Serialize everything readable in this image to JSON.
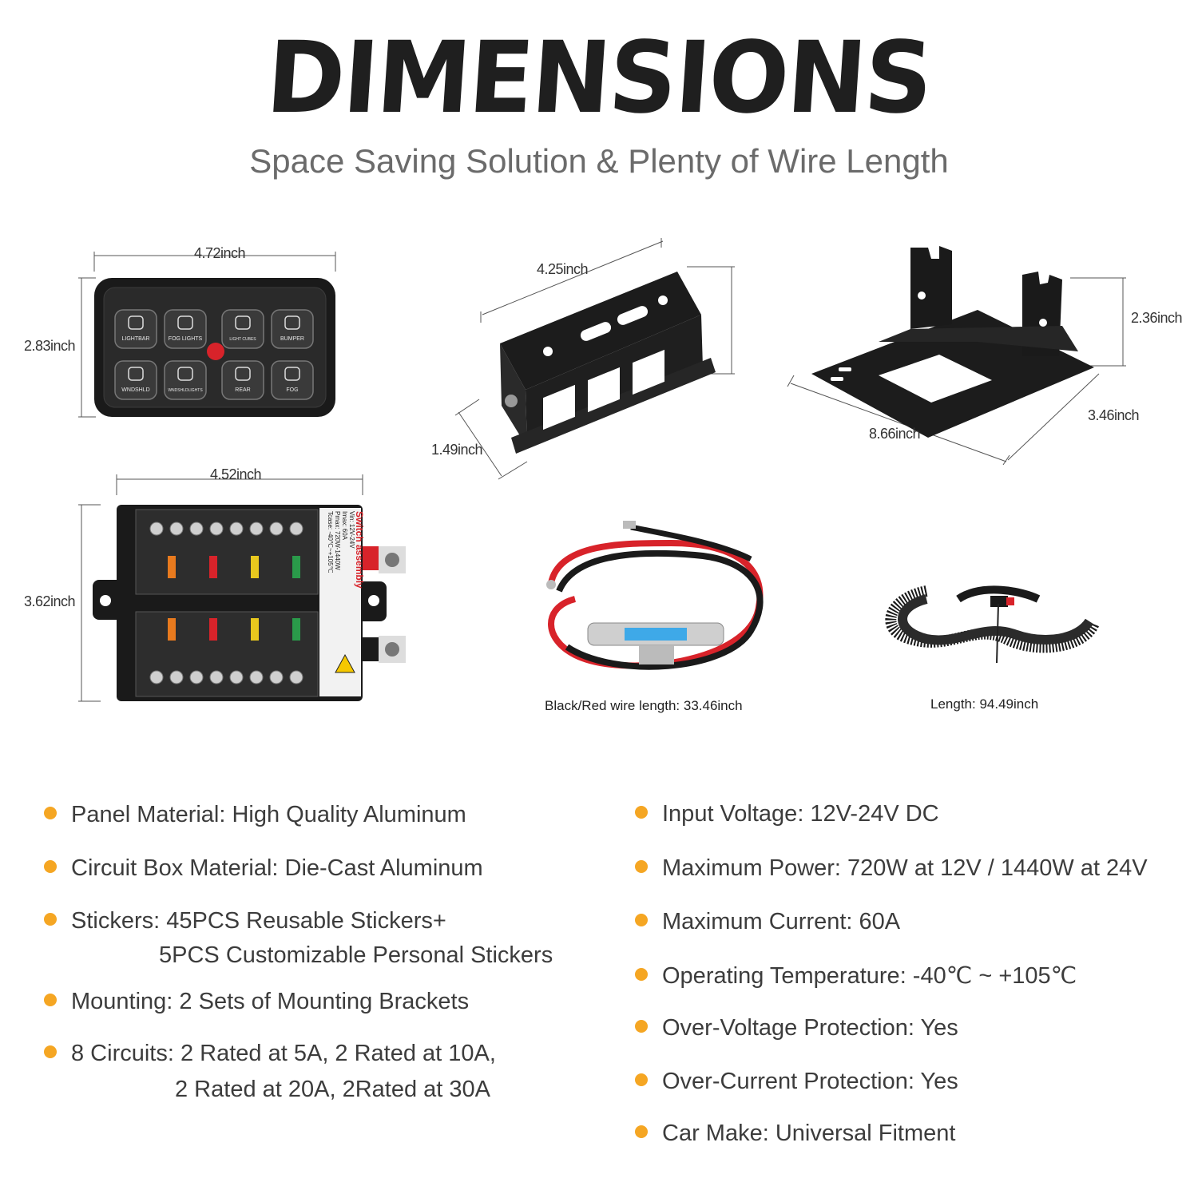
{
  "header": {
    "title": "DIMENSIONS",
    "subtitle": "Space Saving Solution & Plenty of Wire Length"
  },
  "switch_panel": {
    "width": "4.72inch",
    "height": "2.83inch",
    "buttons": [
      "LIGHTBAR",
      "FOG LIGHTS",
      "LIGHT CUBES",
      "BUMPER",
      "WNDSHLD",
      "WNDSHLDLIGHTS",
      "REAR",
      "FOG"
    ]
  },
  "bracket_small": {
    "length": "4.25inch",
    "depth": "1.49inch"
  },
  "bracket_large": {
    "length": "8.66inch",
    "depth": "3.46inch",
    "height": "2.36inch"
  },
  "relay_box": {
    "width": "4.52inch",
    "height": "3.62inch",
    "label_title": "Switch assembly",
    "label_lines": [
      "Vin: 12V-24V",
      "Imax: 60A",
      "Pmax: 720W-1440W",
      "Tcase: -40℃~+105℃"
    ]
  },
  "power_wire": {
    "caption": "Black/Red wire length: 33.46inch"
  },
  "harness": {
    "caption": "Length: 94.49inch"
  },
  "specs_left": [
    {
      "text": "Panel Material: High Quality Aluminum"
    },
    {
      "text": "Circuit Box Material: Die-Cast Aluminum"
    },
    {
      "text": "Stickers: 45PCS Reusable Stickers+",
      "cont": "5PCS Customizable Personal Stickers"
    },
    {
      "text": "Mounting: 2 Sets of Mounting Brackets"
    },
    {
      "text": "8 Circuits: 2 Rated at 5A, 2 Rated at 10A,",
      "cont": "2 Rated at 20A, 2Rated at 30A"
    }
  ],
  "specs_right": [
    {
      "text": "Input Voltage: 12V-24V DC"
    },
    {
      "text": "Maximum Power: 720W at 12V / 1440W at 24V"
    },
    {
      "text": "Maximum Current: 60A"
    },
    {
      "text": "Operating Temperature: -40℃ ~ +105℃"
    },
    {
      "text": "Over-Voltage Protection: Yes"
    },
    {
      "text": "Over-Current Protection: Yes"
    },
    {
      "text": "Car Make: Universal Fitment"
    }
  ],
  "colors": {
    "bullet": "#f5a623",
    "title": "#1f1f1f",
    "wire_red": "#d8232a"
  }
}
